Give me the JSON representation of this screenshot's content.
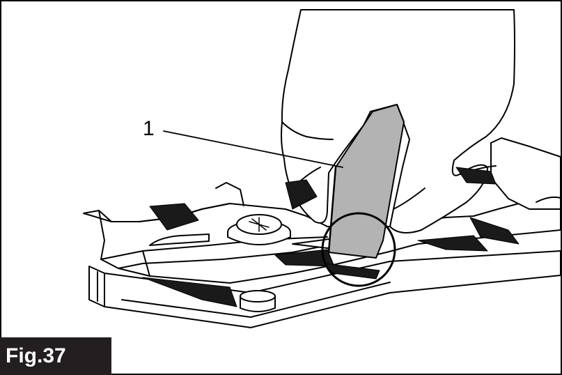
{
  "figure": {
    "label": "Fig.37",
    "callout_number": "1",
    "colors": {
      "stroke": "#000000",
      "fill": "#ffffff",
      "file_tool": "#b3b3b3",
      "label_bg": "#231f20",
      "label_text": "#ffffff"
    },
    "parts": [
      "hand",
      "file-tool",
      "hedge-trimmer-blade",
      "bolt-head",
      "blade-teeth",
      "magnify-circle"
    ]
  }
}
